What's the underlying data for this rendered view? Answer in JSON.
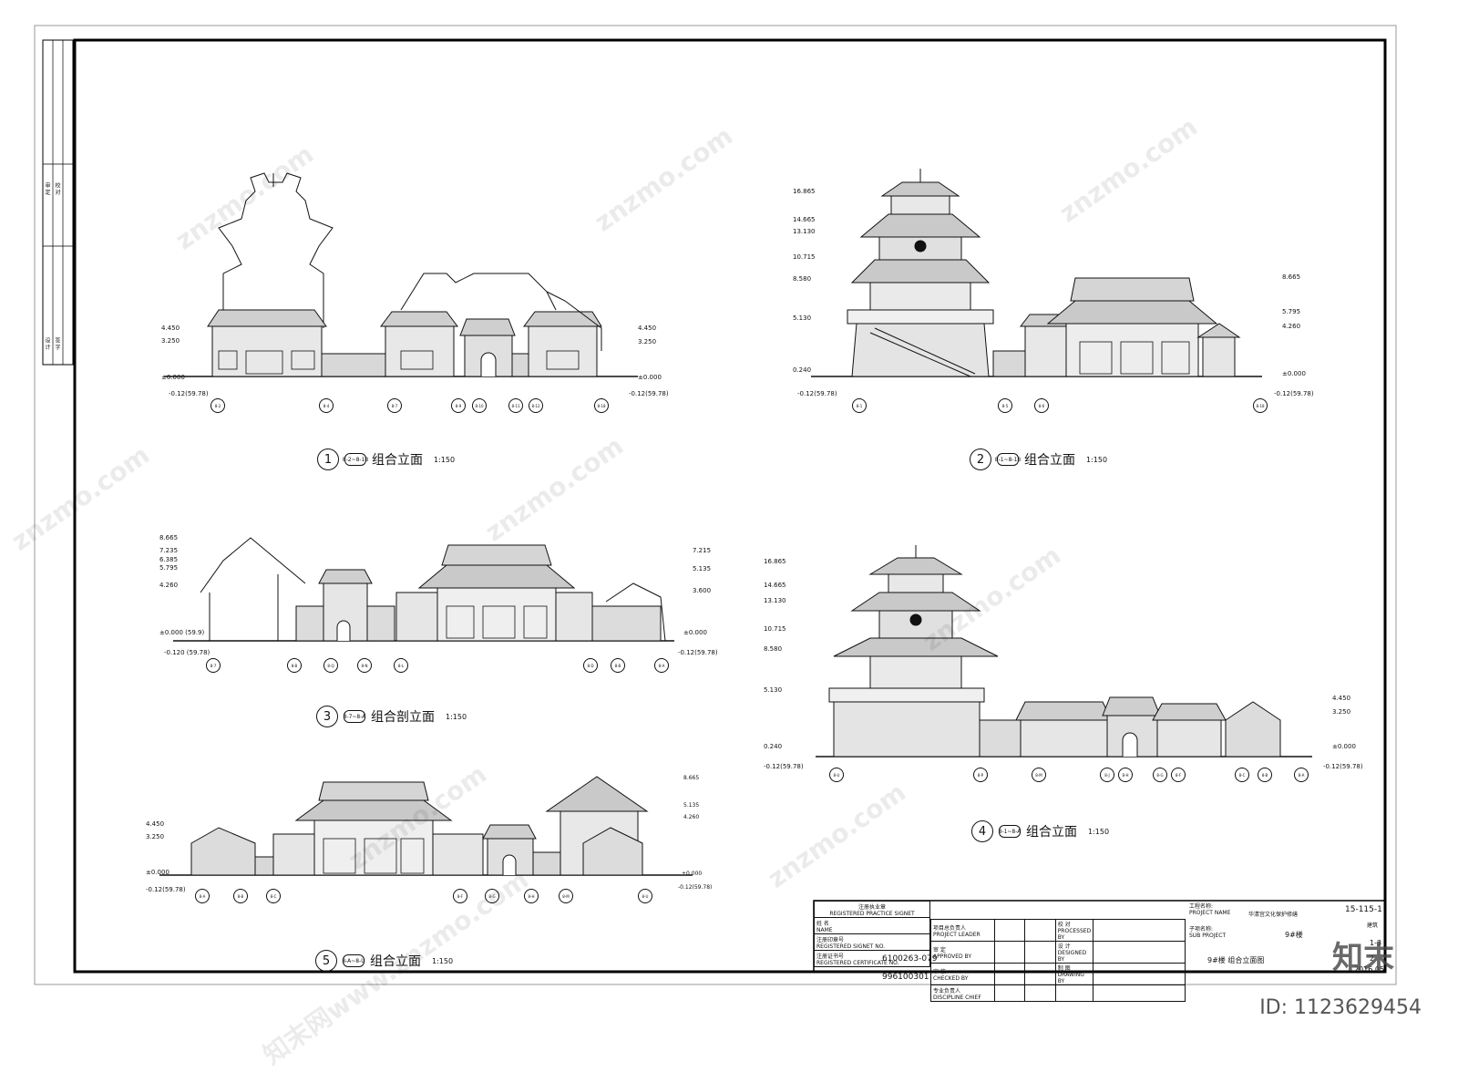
{
  "drawing": {
    "elevations": [
      {
        "num": "1",
        "ref": "8-2~8-18",
        "title": "组合立面",
        "scale": "1:150",
        "left_levels": [
          "4.450",
          "3.250",
          "±0.000",
          "-0.12(59.78)"
        ],
        "right_levels": [
          "4.450",
          "3.250",
          "±0.000",
          "-0.12(59.78)"
        ],
        "axes": [
          "8-2",
          "8-4",
          "8-7",
          "8-9",
          "8-10",
          "8-11",
          "8-12",
          "8-18"
        ]
      },
      {
        "num": "2",
        "ref": "8-1~8-18",
        "title": "组合立面",
        "scale": "1:150",
        "left_levels": [
          "16.865",
          "14.665",
          "13.130",
          "10.715",
          "8.580",
          "5.130",
          "0.240",
          "-0.12(59.78)"
        ],
        "right_levels": [
          "8.665",
          "5.795",
          "4.260",
          "±0.000",
          "-0.12(59.78)"
        ],
        "axes": [
          "8-1",
          "8-5",
          "8-6",
          "8-18"
        ]
      },
      {
        "num": "3",
        "ref": "8-7~8-A",
        "title": "组合剖立面",
        "scale": "1:150",
        "left_levels": [
          "8.665",
          "7.235",
          "6.385",
          "5.795",
          "4.260",
          "±0.000 (59.9)",
          "-0.120 (59.78)"
        ],
        "right_levels": [
          "7.215",
          "5.135",
          "3.600",
          "±0.000",
          "-0.12(59.78)"
        ],
        "axes": [
          "8-7",
          "8-B",
          "8-Q",
          "8-N",
          "8-L",
          "8-D",
          "8-B",
          "8-A"
        ]
      },
      {
        "num": "4",
        "ref": "8-1~8-A",
        "title": "组合立面",
        "scale": "1:150",
        "left_levels": [
          "16.865",
          "14.665",
          "13.130",
          "10.715",
          "8.580",
          "5.130",
          "0.240",
          "-0.12(59.78)"
        ],
        "right_levels": [
          "4.450",
          "3.250",
          "±0.000",
          "-0.12(59.78)"
        ],
        "axes": [
          "8-U",
          "8-P",
          "8-M",
          "8-J",
          "8-H",
          "8-G",
          "8-F",
          "8-C",
          "8-B",
          "8-A"
        ]
      },
      {
        "num": "5",
        "ref": "8-A~8-U",
        "title": "组合立面",
        "scale": "1:150",
        "left_levels": [
          "4.450",
          "3.250",
          "±0.000",
          "-0.12(59.78)"
        ],
        "right_levels": [
          "8.665",
          "5.135",
          "4.260",
          "±0.000",
          "-0.12(59.78)"
        ],
        "axes": [
          "8-A",
          "8-B",
          "8-C",
          "8-F",
          "8-G",
          "8-H",
          "8-M",
          "8-U"
        ]
      }
    ]
  },
  "title_block": {
    "seal_title": "注册执业章",
    "seal_title_en": "REGISTERED PRACTICE SIGNET",
    "name_label": "姓  名",
    "name_label_en": "NAME",
    "reg_no_label": "注册印章号",
    "reg_no_label_en": "REGISTERED SIGNET NO.",
    "reg_no": "6100263-079",
    "cert_label": "注册证书号",
    "cert_label_en": "REGISTERED CERTIFICATE NO.",
    "cert_no": "996100301",
    "roles_left": [
      "项目总负责人",
      "审  定",
      "审  核",
      "专业负责人"
    ],
    "roles_left_en": [
      "PROJECT LEADER",
      "APPROVED BY",
      "CHECKED BY",
      "DISCIPLINE CHIEF"
    ],
    "roles_right": [
      "校  对",
      "设  计",
      "制  图"
    ],
    "roles_right_en": [
      "PROCESSED BY",
      "DESIGNED BY",
      "DRAWING BY"
    ],
    "project_label": "工程名称:",
    "project_label_en": "PROJECT NAME",
    "project_name": "华清宫文化保护修缮",
    "sub_label": "子项名称:",
    "sub_label_en": "SUB PROJECT",
    "sub_name": "9#楼",
    "drawing_title": "9#楼  组合立面图",
    "project_no": "15-115-1",
    "discipline": "建筑",
    "drawing_no": "1-3",
    "version": "2",
    "date": "2016.05"
  },
  "margin_strip": {
    "labels": [
      "审 定",
      "校 对",
      "设 计",
      "签 字"
    ]
  },
  "overlay": {
    "watermark": "znzmo.com",
    "watermark_cn": "知末网www.znzmo.com",
    "logo": "知末",
    "id_text": "ID: 1123629454"
  }
}
